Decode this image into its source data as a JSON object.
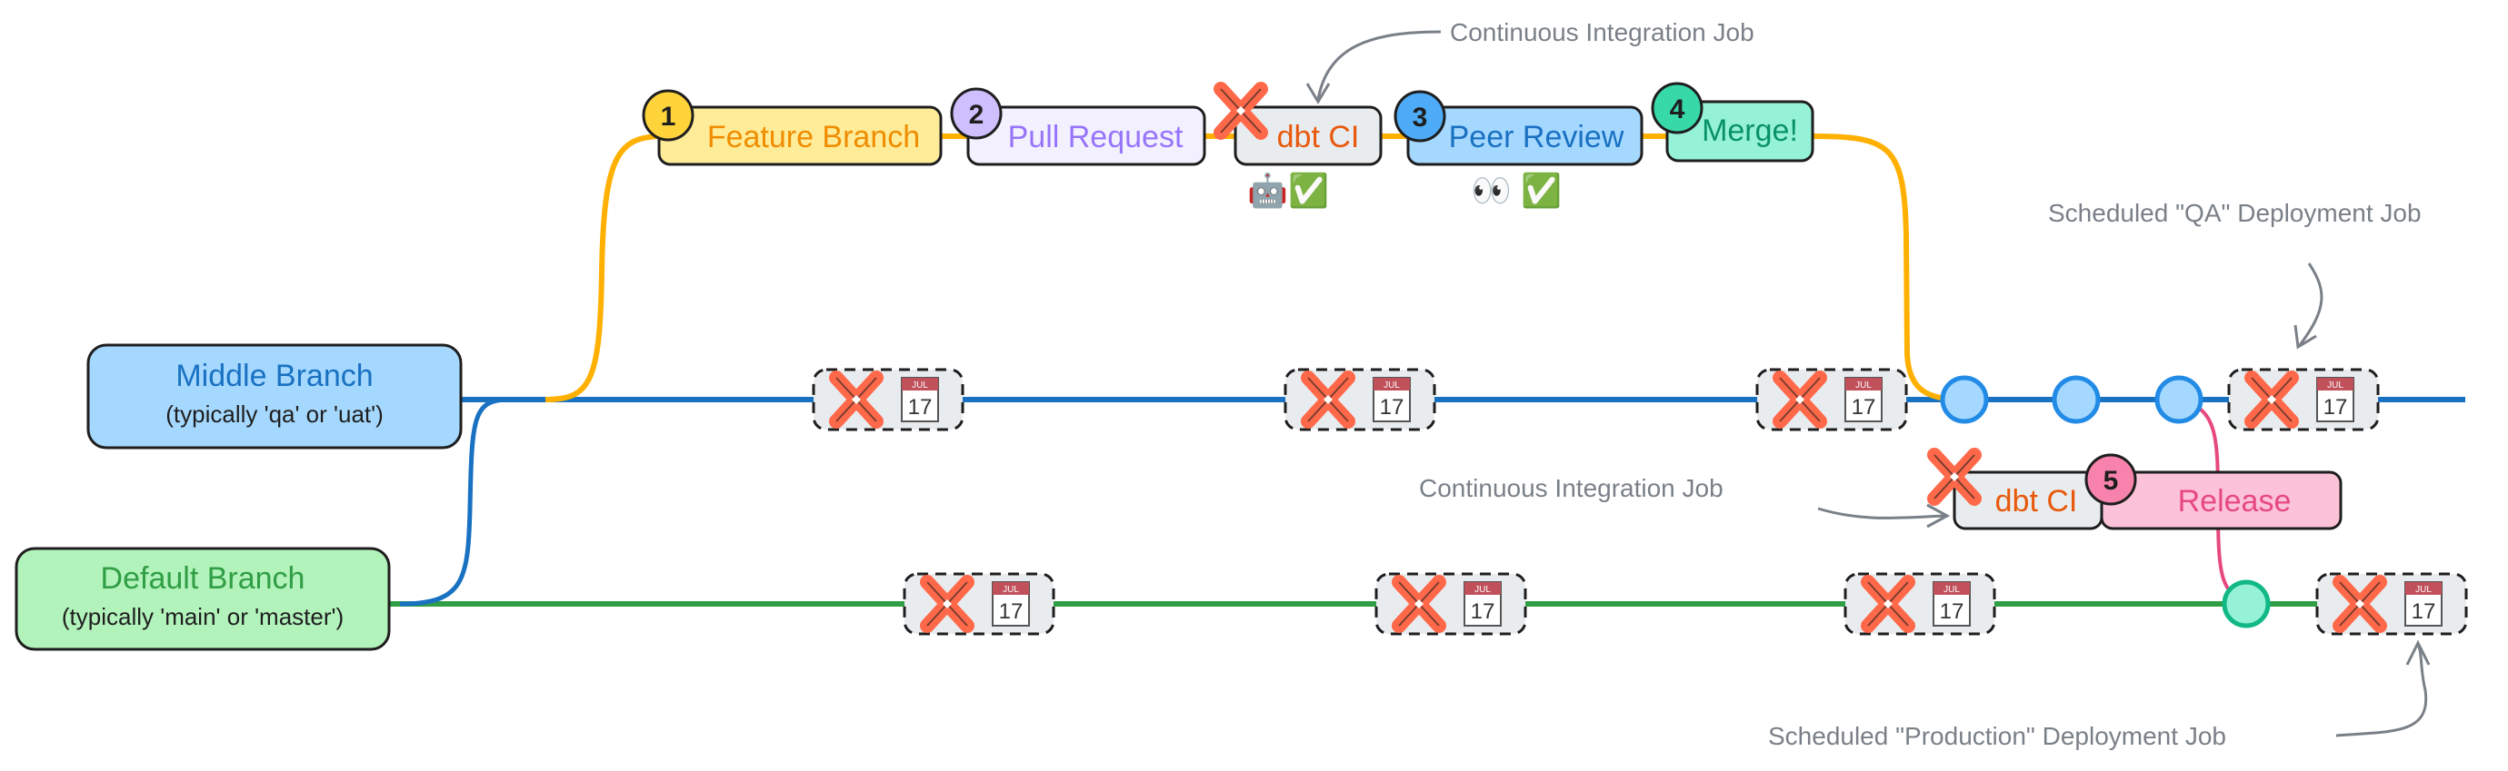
{
  "colors": {
    "middle_branch": "#1971c2",
    "default_branch": "#2f9e44",
    "feature_branch": "#ffb000",
    "release": "#e64980",
    "dbt_logo": "#ff694a",
    "annotation": "#7a8088"
  },
  "branches": {
    "middle": {
      "title": "Middle Branch",
      "subtitle": "(typically 'qa' or 'uat')"
    },
    "default": {
      "title": "Default Branch",
      "subtitle": "(typically 'main' or 'master')"
    }
  },
  "steps": [
    {
      "number": "1",
      "label": "Feature Branch"
    },
    {
      "number": "2",
      "label": "Pull Request"
    },
    {
      "number": "3",
      "label": "Peer Review"
    },
    {
      "number": "4",
      "label": "Merge!"
    },
    {
      "number": "5",
      "label": "Release"
    }
  ],
  "ci_boxes": {
    "top": "dbt CI",
    "bottom": "dbt CI"
  },
  "status": {
    "ci_check": "🤖✅",
    "review_check": "👀 ✅"
  },
  "annotations": {
    "ci_top": "Continuous Integration Job",
    "ci_bottom": "Continuous Integration Job",
    "qa_job": "Scheduled \"QA\" Deployment Job",
    "prod_job": "Scheduled \"Production\" Deployment Job"
  },
  "job_card": {
    "icons": [
      "dbt-logo-icon",
      "calendar-icon"
    ],
    "calendar_month": "JUL",
    "calendar_day": "17"
  }
}
